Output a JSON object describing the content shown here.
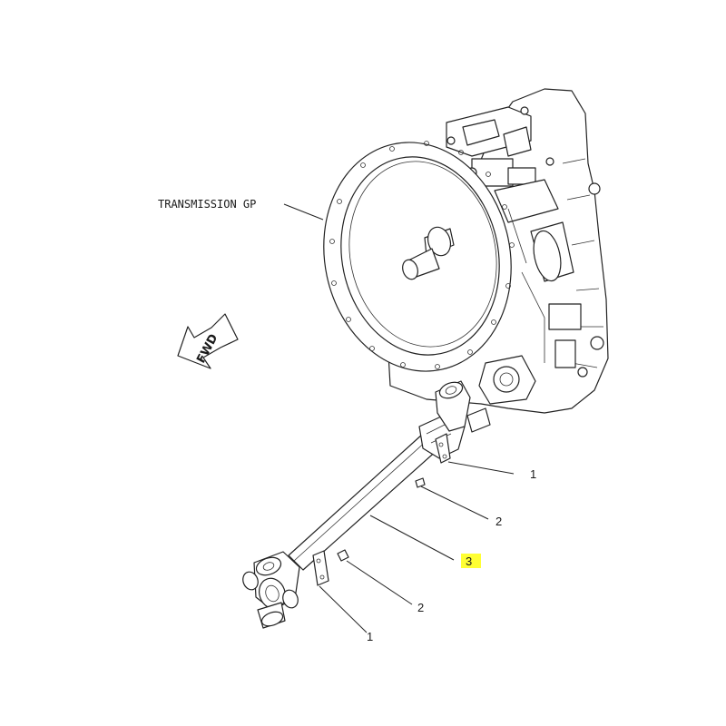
{
  "labels": {
    "transmission": "TRANSMISSION GP",
    "fwd": "FWD"
  },
  "callouts": [
    {
      "id": "clip-upper",
      "text": "1",
      "highlighted": false
    },
    {
      "id": "bolt-upper",
      "text": "2",
      "highlighted": false
    },
    {
      "id": "driveshaft",
      "text": "3",
      "highlighted": true
    },
    {
      "id": "bolt-lower",
      "text": "2",
      "highlighted": false
    },
    {
      "id": "clip-lower",
      "text": "1",
      "highlighted": false
    }
  ],
  "colors": {
    "highlight": "#ffff33",
    "ink": "#222222",
    "background": "#ffffff"
  }
}
